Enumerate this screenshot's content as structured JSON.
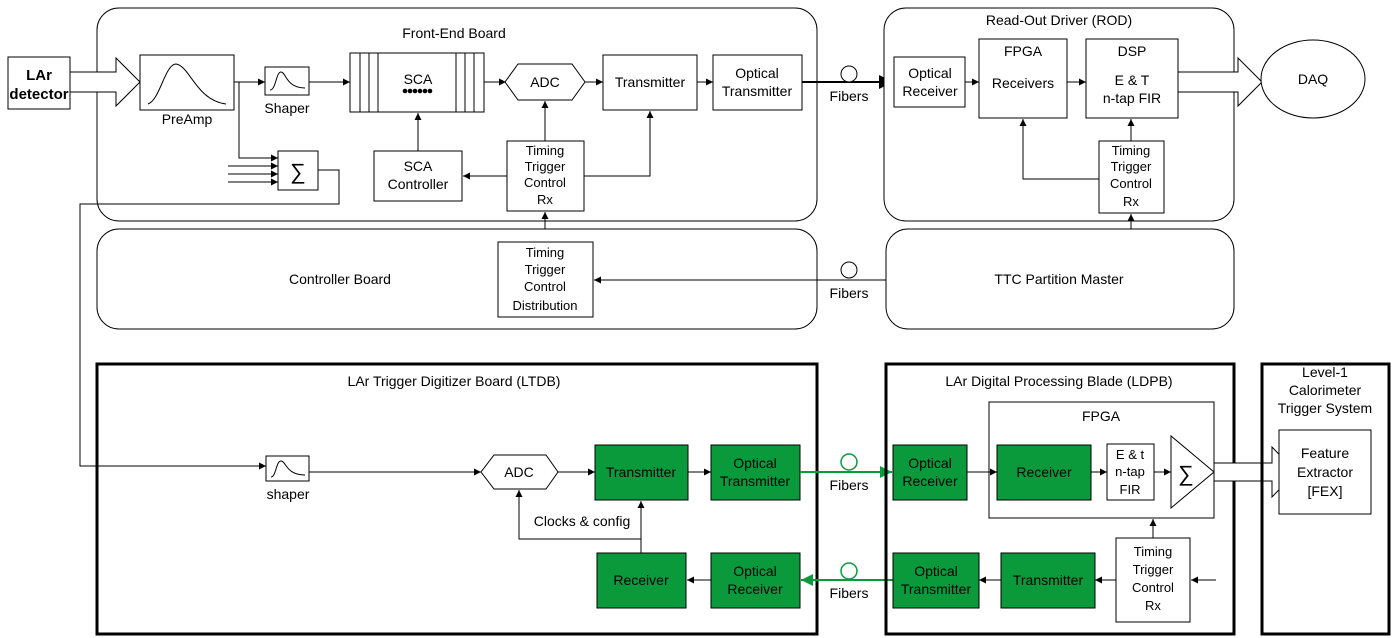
{
  "top": {
    "lar_detector": [
      "LAr",
      "detector"
    ],
    "front_end_board": "Front-End Board",
    "preamp": "PreAmp",
    "shaper": "Shaper",
    "sca": "SCA",
    "adc": "ADC",
    "transmitter": "Transmitter",
    "optical_transmitter": [
      "Optical",
      "Transmitter"
    ],
    "sum_symbol": "∑",
    "sca_controller": [
      "SCA",
      "Controller"
    ],
    "ttc_rx": [
      "Timing",
      "Trigger",
      "Control",
      "Rx"
    ],
    "fibers": "Fibers",
    "rod": "Read-Out Driver (ROD)",
    "optical_receiver": [
      "Optical",
      "Receiver"
    ],
    "fpga": "FPGA",
    "receivers": "Receivers",
    "dsp": "DSP",
    "et_fir": [
      "E & T",
      "n-tap FIR"
    ],
    "rod_ttc_rx": [
      "Timing",
      "Trigger",
      "Control",
      "Rx"
    ],
    "daq": "DAQ",
    "controller_board": "Controller Board",
    "ttc_distribution": [
      "Timing",
      "Trigger",
      "Control",
      "Distribution"
    ],
    "fibers2": "Fibers",
    "ttc_partition_master": "TTC Partition Master"
  },
  "ltdb": {
    "title": "LAr Trigger Digitizer Board (LTDB)",
    "shaper": "shaper",
    "adc": "ADC",
    "transmitter": "Transmitter",
    "optical_transmitter": [
      "Optical",
      "Transmitter"
    ],
    "clocks_config": "Clocks & config",
    "receiver": "Receiver",
    "optical_receiver": [
      "Optical",
      "Receiver"
    ],
    "fibers_top": "Fibers",
    "fibers_bottom": "Fibers"
  },
  "ldpb": {
    "title": "LAr Digital Processing Blade (LDPB)",
    "fpga": "FPGA",
    "optical_receiver": [
      "Optical",
      "Receiver"
    ],
    "receiver": "Receiver",
    "et_fir": [
      "E & t",
      "n-tap",
      "FIR"
    ],
    "sum_symbol": "∑",
    "optical_transmitter": [
      "Optical",
      "Transmitter"
    ],
    "transmitter": "Transmitter",
    "ttc_rx": [
      "Timing",
      "Trigger",
      "Control",
      "Rx"
    ]
  },
  "l1calo": {
    "title": [
      "Level-1",
      "Calorimeter",
      "Trigger System"
    ],
    "fex": [
      "Feature",
      "Extractor",
      "[FEX]"
    ]
  },
  "colors": {
    "green": "#0a9a3c"
  }
}
